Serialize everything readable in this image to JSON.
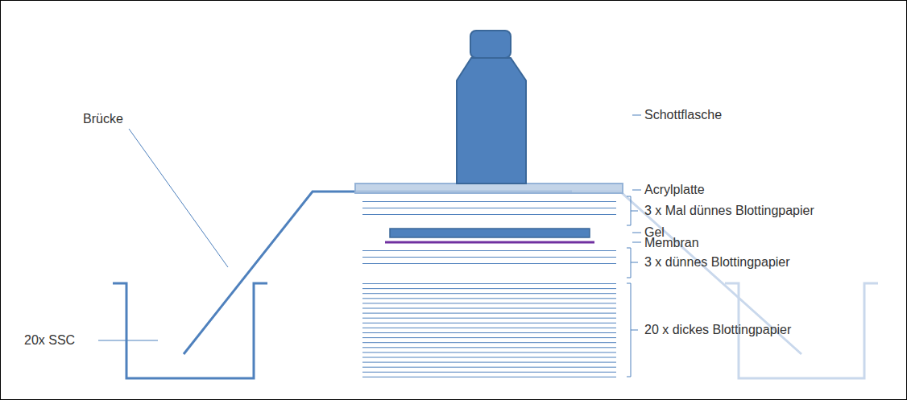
{
  "diagram": {
    "labels": [
      "Brücke",
      "Schottflasche",
      "Acrylplatte",
      "3 x Mal dünnes Blottingpapier",
      "Gel",
      "Membran",
      "3 x dünnes Blottingpapier",
      "20x SSC",
      "20 x dickes Blottingpapier"
    ]
  }
}
